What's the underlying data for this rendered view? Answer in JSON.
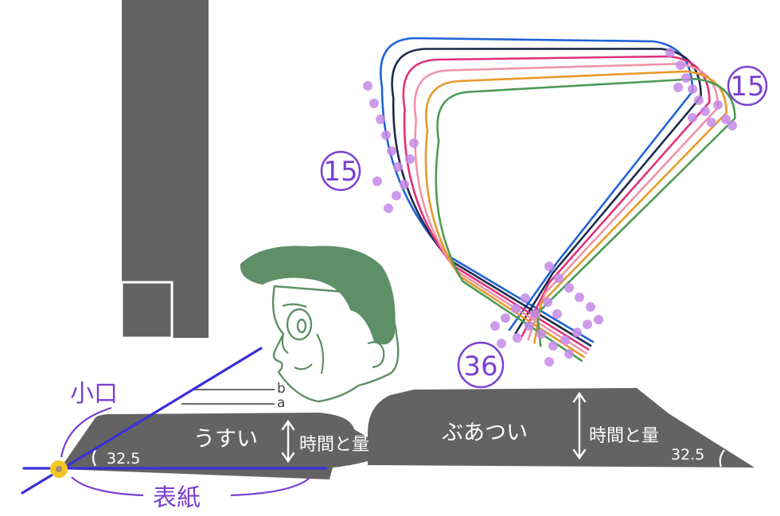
{
  "labels": {
    "koguchi": "小口",
    "hyoushi": "表紙",
    "angle_left": "32.5",
    "angle_right": "32.5",
    "usui": "うすい",
    "buatsui": "ぶあつい",
    "time_amount_left": "時間と量",
    "time_amount_right": "時間と量",
    "line_a": "a",
    "line_b": "b",
    "count_left": "15",
    "count_right": "15",
    "count_bottom": "36"
  },
  "colors": {
    "block": "#636363",
    "face": "#5e8f67",
    "cover_line": "#3a2fd6",
    "accent_purple": "#7a3fd1",
    "dot": "#c58ae8",
    "pivot": "#f3c623",
    "strand_blue": "#1f63d6",
    "strand_navy": "#1e2a4a",
    "strand_magenta": "#e0317a",
    "strand_pink": "#ef93a8",
    "strand_orange": "#e89a2a",
    "strand_green": "#4e9a54"
  }
}
